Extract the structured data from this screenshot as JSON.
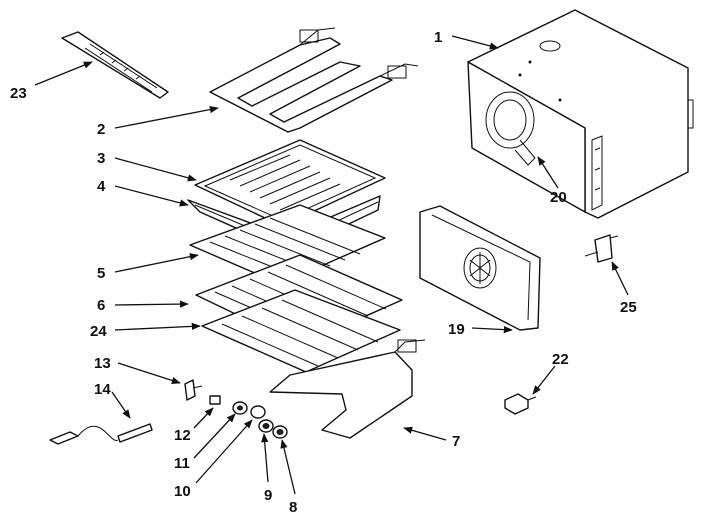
{
  "diagram": {
    "callouts": {
      "c1": "1",
      "c2": "2",
      "c3": "3",
      "c4": "4",
      "c5": "5",
      "c6": "6",
      "c7": "7",
      "c8": "8",
      "c9": "9",
      "c10": "10",
      "c11": "11",
      "c12": "12",
      "c13": "13",
      "c14": "14",
      "c19": "19",
      "c20": "20",
      "c22": "22",
      "c23": "23",
      "c24": "24",
      "c25": "25"
    }
  }
}
